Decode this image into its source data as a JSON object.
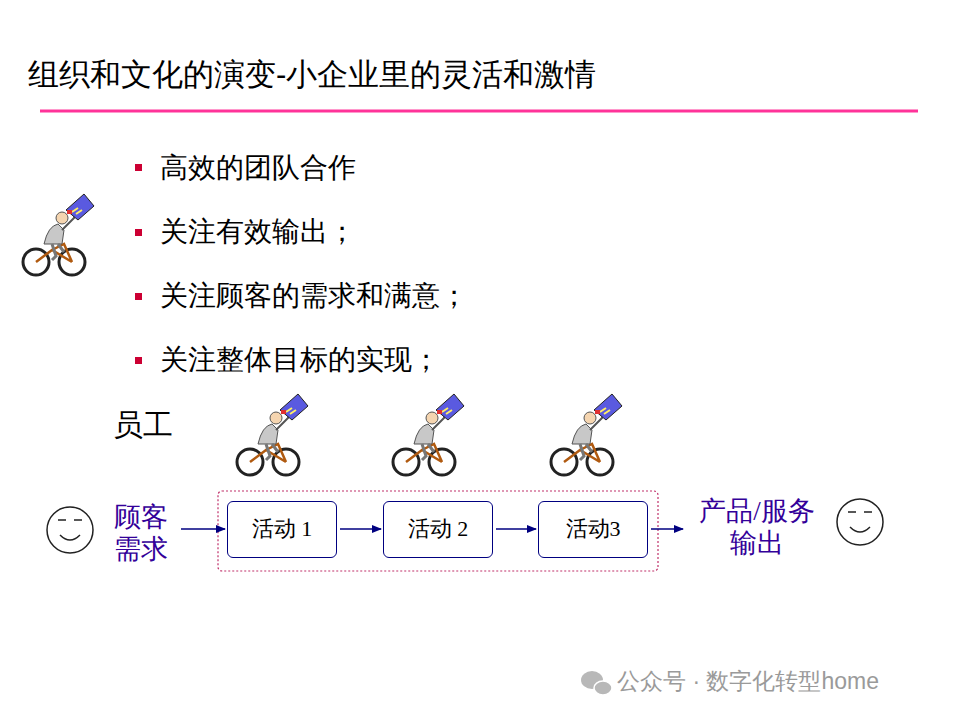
{
  "diagram": {
    "title": "组织和文化的演变-小企业里的灵活和激情",
    "nodes": [
      {
        "text": [
          "顾客 需求"
        ]
      },
      {
        "text": [
          "活动 1"
        ]
      },
      {
        "text": [
          "活动 2"
        ]
      },
      {
        "text": [
          "活动3"
        ]
      },
      {
        "text": [
          "产品/服务 输出"
        ]
      }
    ],
    "edges": [
      {
        "from": 0,
        "to": 1,
        "arrow": "to"
      },
      {
        "from": 1,
        "to": 2,
        "arrow": "to"
      },
      {
        "from": 2,
        "to": 3,
        "arrow": "to"
      },
      {
        "from": 3,
        "to": 4,
        "arrow": "to"
      }
    ],
    "labels": [
      "高效的团队合作",
      "关注有效输出；",
      "关注顾客的需求和满意；",
      "关注整体目标的实现；",
      "员工",
      "公众号 · 数字化转型home"
    ]
  }
}
